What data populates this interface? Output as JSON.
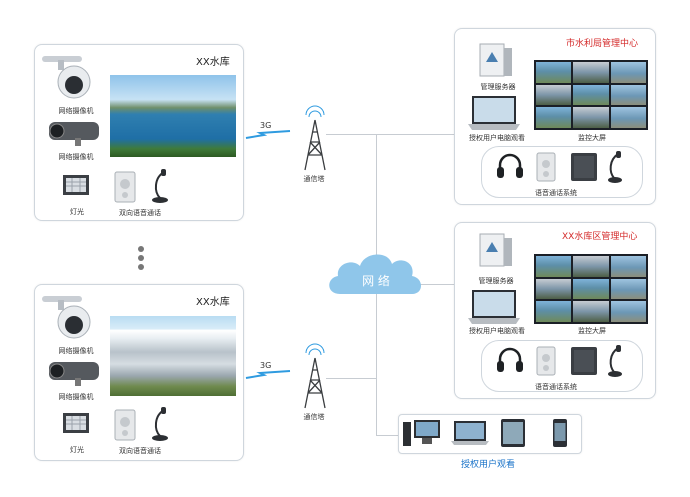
{
  "site1": {
    "title": "XX水库",
    "camera1_label": "网络摄像机",
    "camera2_label": "网络摄像机",
    "light_label": "灯光",
    "voice_label": "双向语音通话"
  },
  "site2": {
    "title": "XX水库",
    "camera1_label": "网络摄像机",
    "camera2_label": "网络摄像机",
    "light_label": "灯光",
    "voice_label": "双向语音通话"
  },
  "tower1": {
    "band": "3G",
    "label": "通信塔"
  },
  "tower2": {
    "band": "3G",
    "label": "通信塔"
  },
  "cloud": {
    "label": "网 络"
  },
  "center1": {
    "title": "市水利局管理中心",
    "server_label": "管理服务器",
    "pc_label": "授权用户电脑观看",
    "wall_label": "监控大屏",
    "voice_label": "语音通话系统"
  },
  "center2": {
    "title": "XX水库区管理中心",
    "server_label": "管理服务器",
    "pc_label": "授权用户电脑观看",
    "wall_label": "监控大屏",
    "voice_label": "语音通话系统"
  },
  "devices": {
    "label": "授权用户观看"
  },
  "colors": {
    "accent_blue": "#1a73c8",
    "center_title_red": "#d42a2a",
    "cloud": "#8fc6ea"
  }
}
